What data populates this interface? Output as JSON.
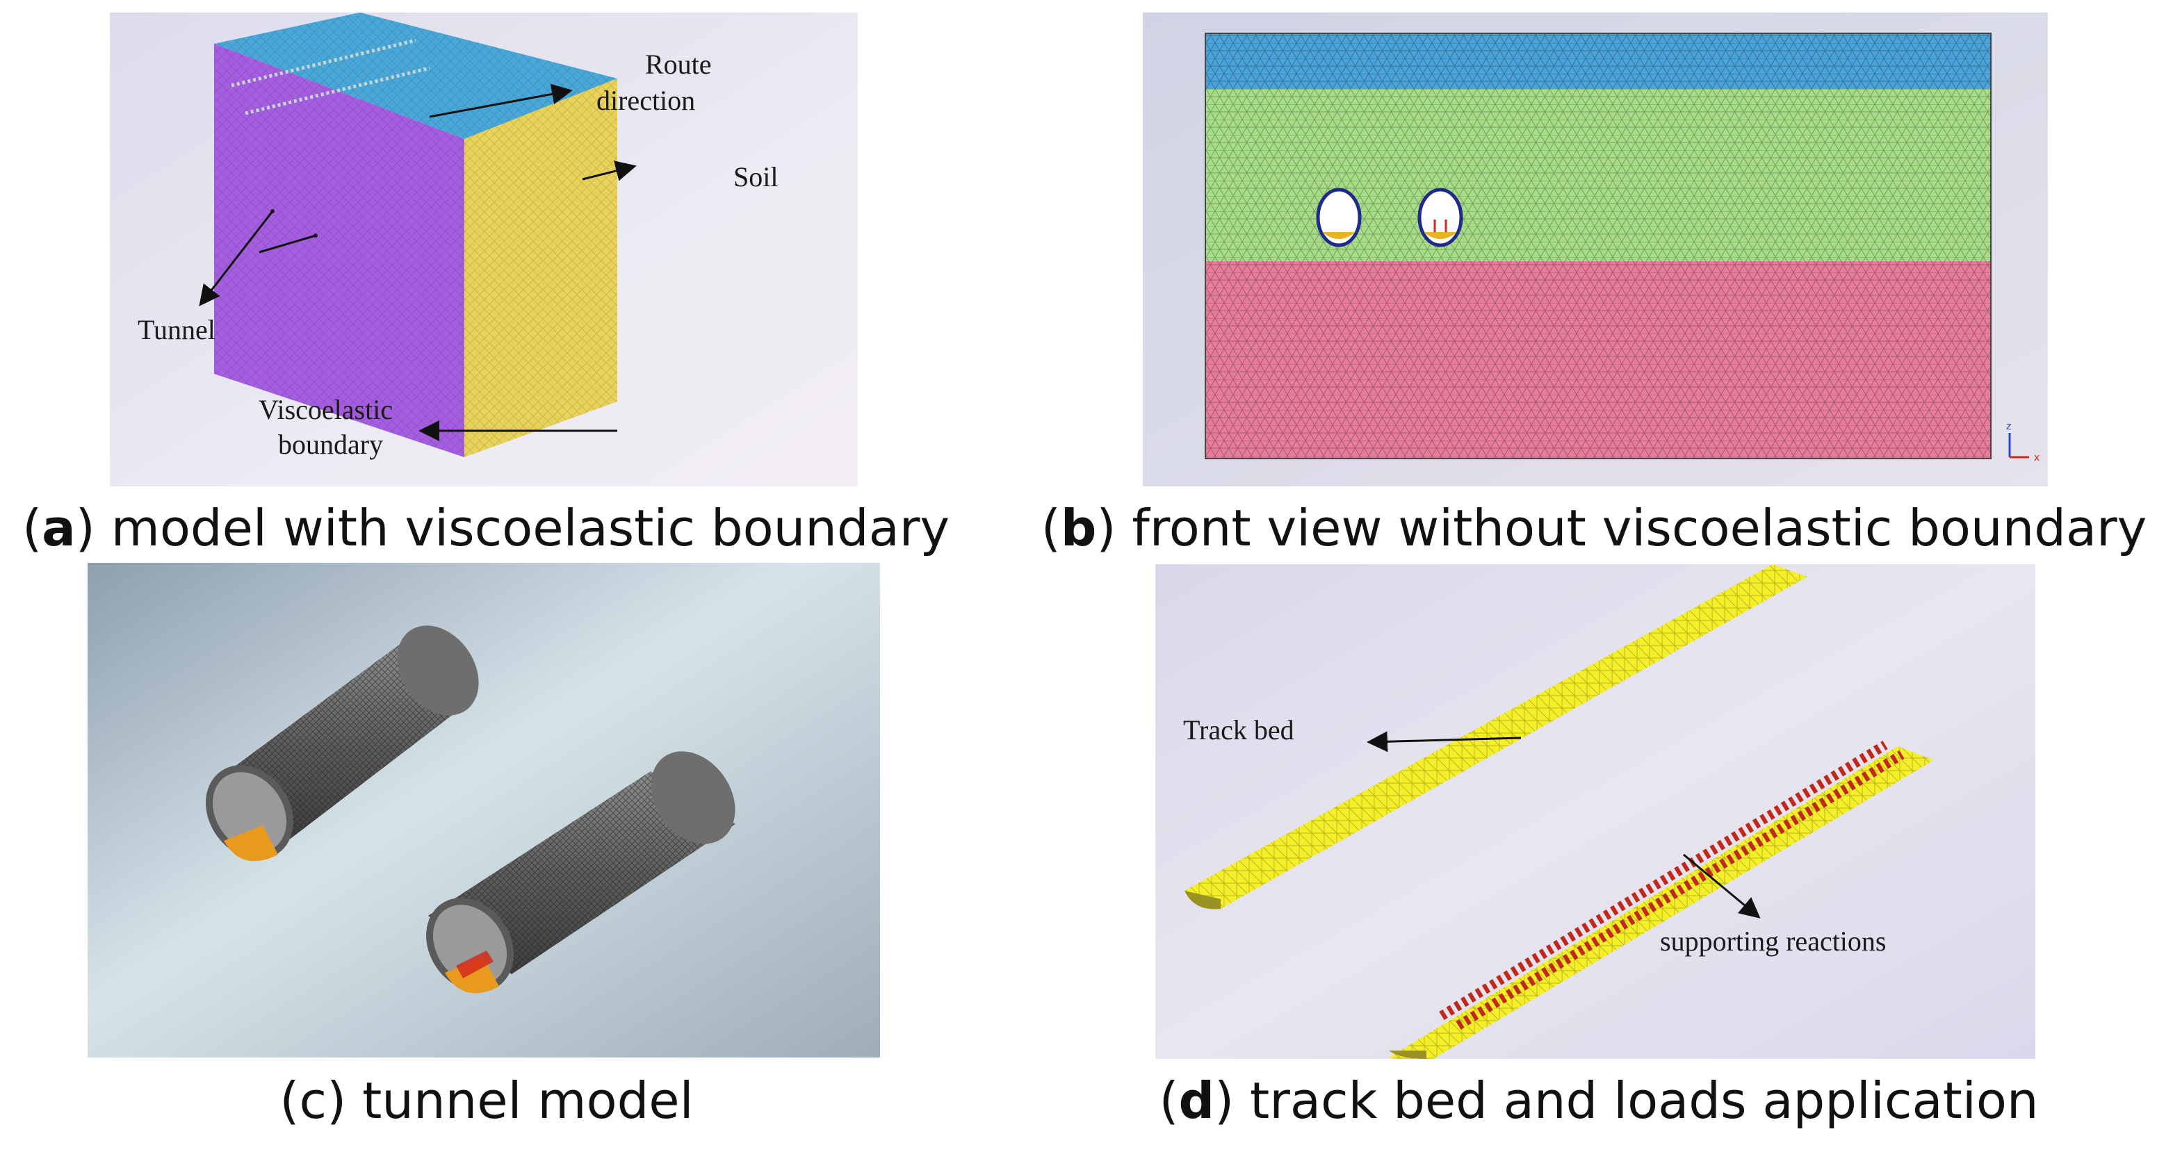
{
  "figure": {
    "panels": [
      {
        "id": "a",
        "caption_letter": "a",
        "caption_text": " model with viscoelastic boundary",
        "labels": {
          "route_line1": "Route",
          "route_line2": "direction",
          "soil": "Soil",
          "tunnel": "Tunnel",
          "visco_line1": "Viscoelastic",
          "visco_line2": "boundary"
        }
      },
      {
        "id": "b",
        "caption_letter": "b",
        "caption_text": " front view without viscoelastic boundary",
        "axis_labels": {
          "z": "z",
          "x": "x"
        }
      },
      {
        "id": "c",
        "caption_letter": "c",
        "caption_text": " tunnel model"
      },
      {
        "id": "d",
        "caption_letter": "d",
        "caption_text": " track bed and loads application",
        "labels": {
          "track_bed": "Track bed",
          "supporting_reactions": "supporting reactions"
        }
      }
    ],
    "colors": {
      "soil_top": "#4aa8d8",
      "viscoelastic_side": "#a55ee0",
      "viscoelastic_end": "#e8d25a",
      "layer_blue": "#4aa3d9",
      "layer_green": "#a6dd86",
      "layer_pink": "#e77d9b",
      "tunnel_outline": "#1f2a8a",
      "tunnel_grey": "#6e6e6e",
      "track_yellow": "#f4ef2a",
      "ballast_orange": "#e79a1e",
      "load_red": "#d22a1a"
    }
  }
}
